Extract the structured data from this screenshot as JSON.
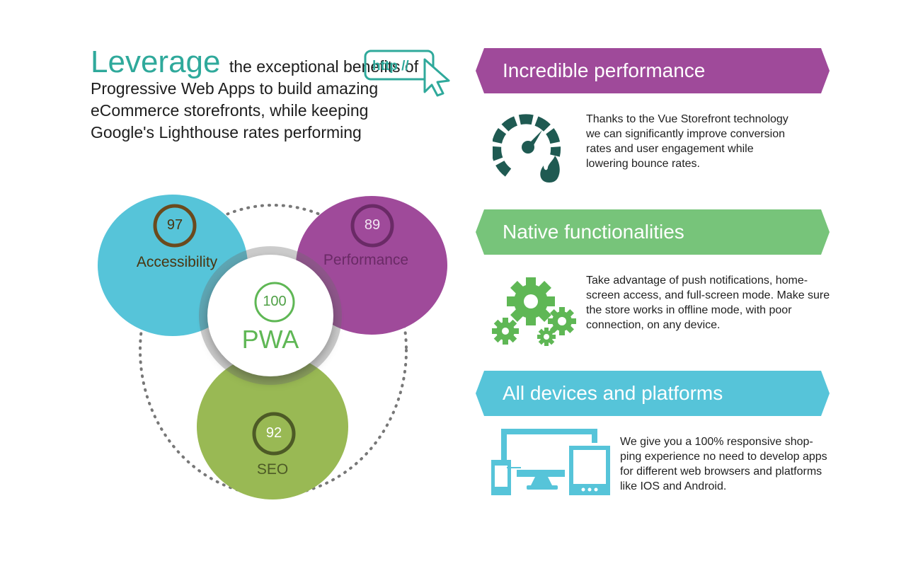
{
  "headline": {
    "lead": "Leverage",
    "rest": "the exceptional benefits of Progressive Web Apps to build amazing eCommerce storefronts, while keeping Google's Lighthouse rates performing"
  },
  "http_badge": "http //",
  "venn": {
    "accessibility": {
      "label": "Accessibility",
      "score": "97",
      "fraction": 0.97
    },
    "performance": {
      "label": "Performance",
      "score": "89",
      "fraction": 0.89
    },
    "seo": {
      "label": "SEO",
      "score": "92",
      "fraction": 0.92
    },
    "pwa": {
      "label": "PWA",
      "score": "100",
      "fraction": 1.0
    }
  },
  "features": [
    {
      "title": "Incredible performance",
      "description": "Thanks to the Vue Storefront technology we can significantly improve conversion rates and user engagement while lowering bounce rates.",
      "icon": "speedometer-icon"
    },
    {
      "title": "Native functionalities",
      "description": "Take advantage of push notifications, home-screen access, and full-screen mode. Make sure the store works in offline mode, with poor connection, on any device.",
      "icon": "gears-icon"
    },
    {
      "title": "All devices and platforms",
      "description": "We give you a 100% responsive shop-ping experience no need to develop apps for different web browsers and platforms like IOS and Android.",
      "icon": "devices-icon"
    }
  ],
  "colors": {
    "teal_text": "#2fa99b",
    "purple": "#9f4a9a",
    "green": "#77c47a",
    "cyan": "#56c4d9",
    "olive": "#99b954",
    "dark_teal_icon": "#1f5a52"
  }
}
